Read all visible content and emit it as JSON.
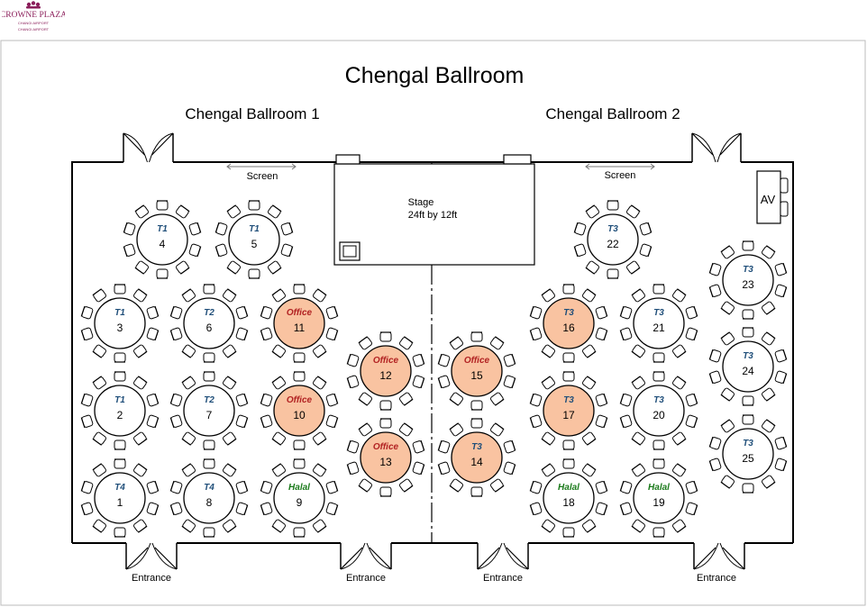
{
  "brand": {
    "name": "CROWNE PLAZA",
    "line1": "CHANGI AIRPORT",
    "line2": "CHANGI AIRPORT",
    "color": "#8b1e5a"
  },
  "title": "Chengal Ballroom",
  "rooms": [
    {
      "label": "Chengal Ballroom 1"
    },
    {
      "label": "Chengal Ballroom 2"
    }
  ],
  "screen_label": "Screen",
  "stage": {
    "line1": "Stage",
    "line2": "24ft by 12ft"
  },
  "av_label": "AV",
  "entrance_label": "Entrance",
  "colors": {
    "office_fill": "#f9c3a1",
    "office_tag": "#b22222",
    "halal_tag": "#1a7a1a",
    "team_tag": "#1f4e79",
    "line": "#000000"
  },
  "tables": [
    {
      "number": "1",
      "tag": "T4",
      "kind": "team"
    },
    {
      "number": "2",
      "tag": "T1",
      "kind": "team"
    },
    {
      "number": "3",
      "tag": "T1",
      "kind": "team"
    },
    {
      "number": "4",
      "tag": "T1",
      "kind": "team"
    },
    {
      "number": "5",
      "tag": "T1",
      "kind": "team"
    },
    {
      "number": "6",
      "tag": "T2",
      "kind": "team"
    },
    {
      "number": "7",
      "tag": "T2",
      "kind": "team"
    },
    {
      "number": "8",
      "tag": "T4",
      "kind": "team"
    },
    {
      "number": "9",
      "tag": "Halal",
      "kind": "halal"
    },
    {
      "number": "10",
      "tag": "Office",
      "kind": "office"
    },
    {
      "number": "11",
      "tag": "Office",
      "kind": "office"
    },
    {
      "number": "12",
      "tag": "Office",
      "kind": "office"
    },
    {
      "number": "13",
      "tag": "Office",
      "kind": "office"
    },
    {
      "number": "14",
      "tag": "T3",
      "kind": "team-filled"
    },
    {
      "number": "15",
      "tag": "Office",
      "kind": "office"
    },
    {
      "number": "16",
      "tag": "T3",
      "kind": "team-filled"
    },
    {
      "number": "17",
      "tag": "T3",
      "kind": "team-filled"
    },
    {
      "number": "18",
      "tag": "Halal",
      "kind": "halal"
    },
    {
      "number": "19",
      "tag": "Halal",
      "kind": "halal"
    },
    {
      "number": "20",
      "tag": "T3",
      "kind": "team"
    },
    {
      "number": "21",
      "tag": "T3",
      "kind": "team"
    },
    {
      "number": "22",
      "tag": "T3",
      "kind": "team"
    },
    {
      "number": "23",
      "tag": "T3",
      "kind": "team"
    },
    {
      "number": "24",
      "tag": "T3",
      "kind": "team"
    },
    {
      "number": "25",
      "tag": "T3",
      "kind": "team"
    }
  ]
}
